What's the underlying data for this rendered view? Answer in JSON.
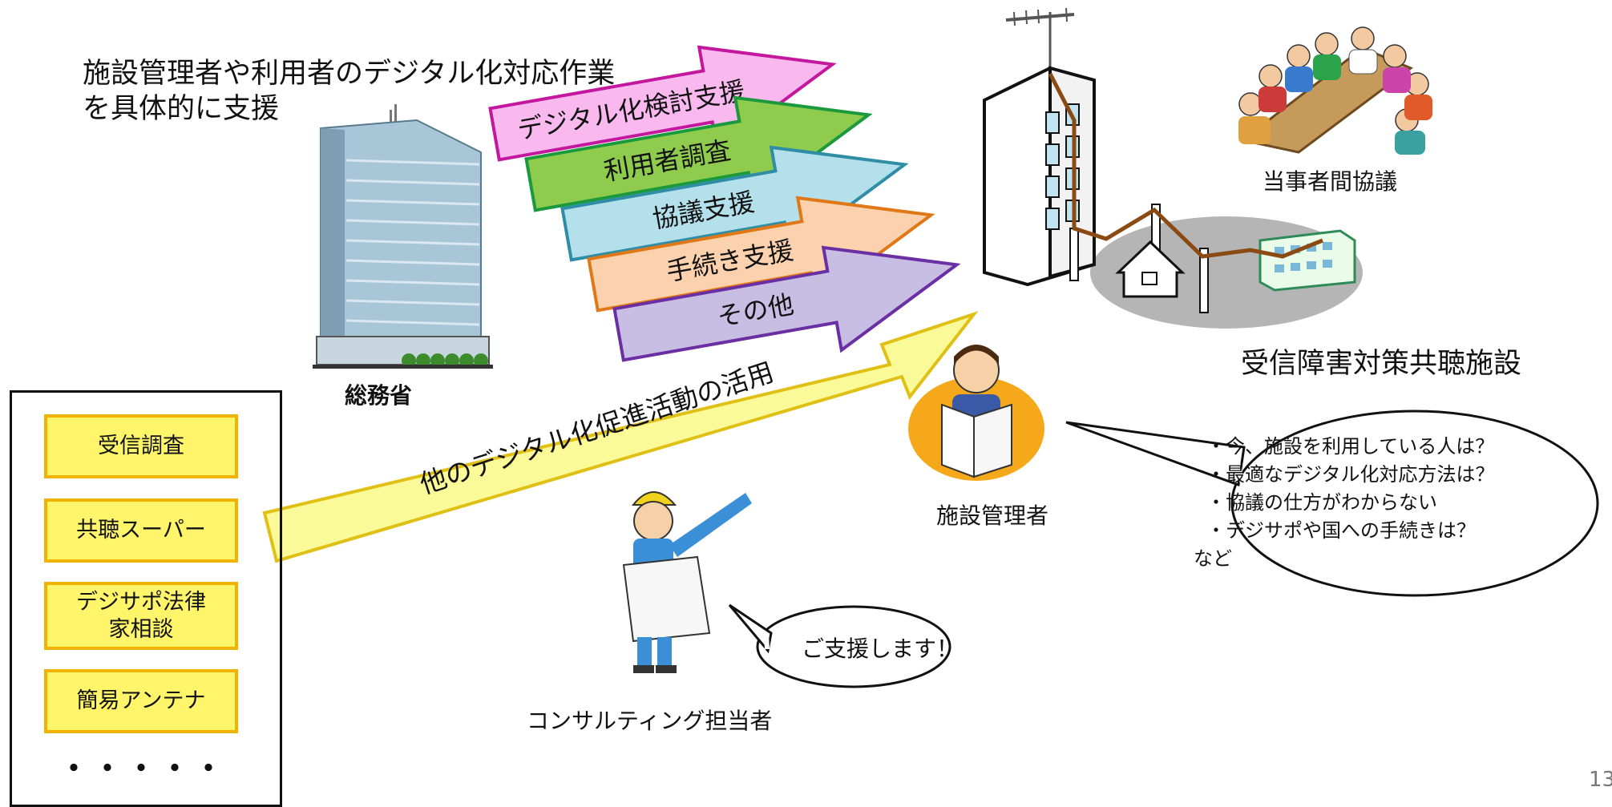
{
  "heading": "施設管理者や利用者のデジタル化対応作業\nを具体的に支援",
  "ministry_label": "総務省",
  "arrows": [
    {
      "label": "デジタル化検討支援",
      "fill": "#f9b9ef",
      "stroke": "#c3189e"
    },
    {
      "label": "利用者調査",
      "fill": "#8fcb4d",
      "stroke": "#1a9a3c"
    },
    {
      "label": "協議支援",
      "fill": "#b3e0ea",
      "stroke": "#2f8ea6"
    },
    {
      "label": "手続き支援",
      "fill": "#fcd2ae",
      "stroke": "#e07818"
    },
    {
      "label": "その他",
      "fill": "#c8bde3",
      "stroke": "#6a2fa3"
    }
  ],
  "big_arrow": {
    "label": "他のデジタル化促進活動の活用",
    "fill": "#fbfa99",
    "stroke": "#e0c014"
  },
  "list_items": [
    "受信調査",
    "共聴スーパー",
    "デジサポ法律\n家相談",
    "簡易アンテナ"
  ],
  "list_more": "・・・・・",
  "meeting_label": "当事者間協議",
  "facility_label": "受信障害対策共聴施設",
  "manager_label": "施設管理者",
  "manager_bubble": [
    "・今、施設を利用している人は？",
    "・最適なデジタル化対応方法は？",
    "・協議の仕方がわからない",
    "・デジサポや国への手続きは？",
    "など"
  ],
  "consultant_label": "コンサルティング担当者",
  "consultant_bubble": "ご支援します！",
  "page_number": "13"
}
